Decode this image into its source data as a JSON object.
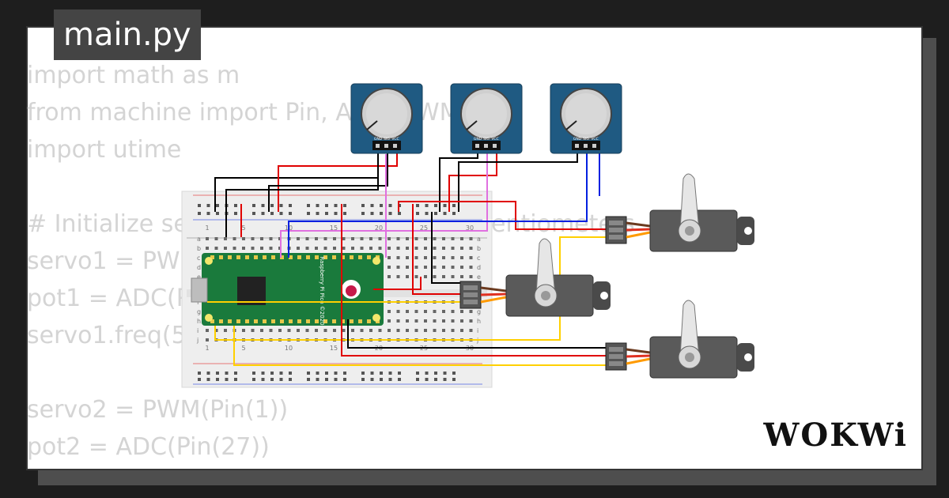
{
  "tab": {
    "title": "main.py"
  },
  "code_lines": [
    "import math as m",
    "from machine import Pin, ADC, PWM",
    "import utime",
    "",
    "# Initialize servos and ADC pins for Potentiometers",
    "servo1 = PWM(Pin(0))",
    "pot1 = ADC(Pin(26))",
    "servo1.freq(50)",
    "",
    "servo2 = PWM(Pin(1))",
    "pot2 = ADC(Pin(27))"
  ],
  "breadboard": {
    "column_numbers": [
      "1",
      "5",
      "10",
      "15",
      "20",
      "25",
      "30"
    ],
    "row_letters": [
      "a",
      "b",
      "c",
      "d",
      "e",
      "f",
      "g",
      "h",
      "i",
      "j"
    ]
  },
  "potentiometer": {
    "pins": [
      "GND",
      "SIG",
      "VCC"
    ]
  },
  "pico": {
    "label": "Raspberry Pi Pico ©2020"
  },
  "logo": "WOKWi",
  "colors": {
    "background": "#1e1e1e",
    "card": "#ffffff",
    "tab": "#444444",
    "code_text": "#d4d4d4",
    "pot_board": "#1f5a82",
    "pico_board": "#1a7a3c",
    "servo_body": "#5a5a5a",
    "wire_red": "#e00000",
    "wire_black": "#000000",
    "wire_blue": "#0020e0",
    "wire_pink": "#e070e0",
    "wire_yellow": "#ffd000"
  }
}
